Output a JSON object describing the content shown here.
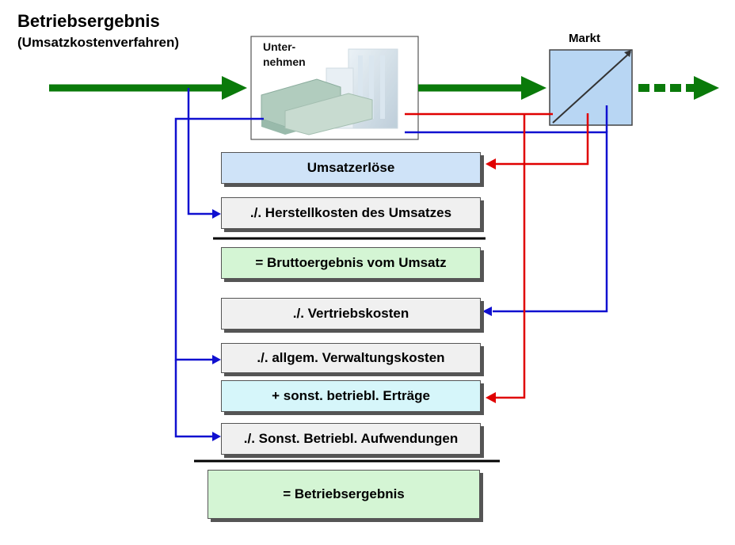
{
  "title": "Betriebsergebnis",
  "subtitle": "(Umsatzkostenverfahren)",
  "nodes": {
    "company": {
      "label_line1": "Unter-",
      "label_line2": "nehmen"
    },
    "market": {
      "label": "Markt"
    }
  },
  "rows": [
    {
      "id": "umsatzerloese",
      "label": "Umsatzerlöse",
      "fill": "#cfe3f8"
    },
    {
      "id": "herstellkosten",
      "label": "./. Herstellkosten des Umsatzes",
      "fill": "#f0f0f0"
    },
    {
      "id": "bruttoergebnis",
      "label": "= Bruttoergebnis vom Umsatz",
      "fill": "#d4f5d4"
    },
    {
      "id": "vertriebskosten",
      "label": "./. Vertriebskosten",
      "fill": "#f0f0f0"
    },
    {
      "id": "verwaltungskosten",
      "label": "./. allgem. Verwaltungskosten",
      "fill": "#f0f0f0"
    },
    {
      "id": "sonst-ertraege",
      "label": "+ sonst. betriebl. Erträge",
      "fill": "#d6f6fa"
    },
    {
      "id": "sonst-aufwendungen",
      "label": "./. Sonst. Betriebl. Aufwendungen",
      "fill": "#f0f0f0"
    },
    {
      "id": "betriebsergebnis",
      "label": "= Betriebsergebnis",
      "fill": "#d4f5d4"
    }
  ],
  "colors": {
    "flow_green": "#0a7a0a",
    "cost_blue": "#1010d0",
    "revenue_red": "#e00000"
  }
}
